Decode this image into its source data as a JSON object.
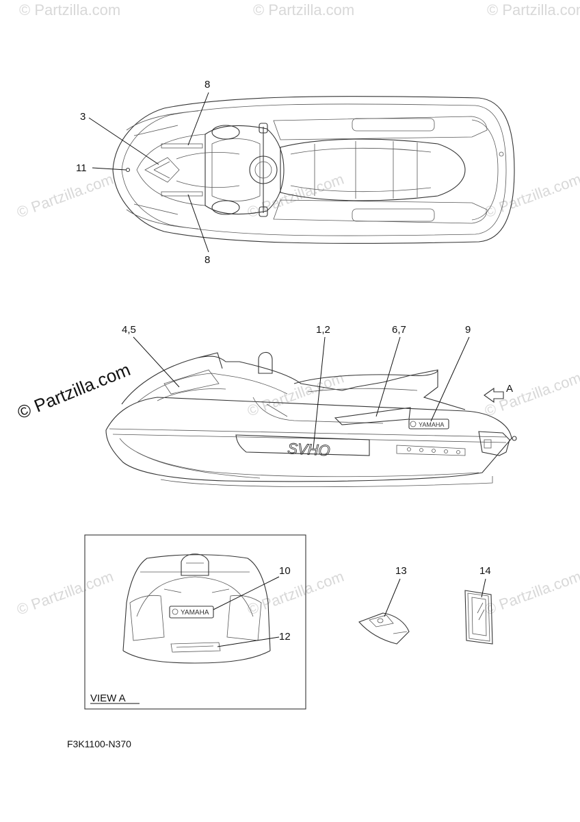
{
  "watermark": {
    "text": "© Partzilla.com",
    "prominent_text": "© Partzilla.com"
  },
  "callouts": {
    "top_3": "3",
    "top_8a": "8",
    "top_8b": "8",
    "top_11": "11",
    "side_45": "4,5",
    "side_12": "1,2",
    "side_67": "6,7",
    "side_9": "9",
    "view_arrow": "A",
    "view_10": "10",
    "view_12": "12",
    "item_13": "13",
    "item_14": "14"
  },
  "decals": {
    "svho": "SVHO",
    "yamaha": "YAMAHA"
  },
  "view_a_label": "VIEW A",
  "diagram_code": "F3K1100-N370"
}
